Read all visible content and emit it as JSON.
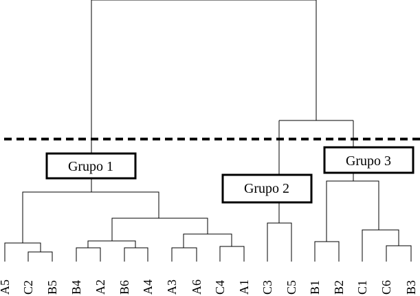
{
  "dendrogram": {
    "leaves": [
      "A5",
      "C2",
      "B5",
      "B4",
      "A2",
      "B6",
      "A4",
      "A3",
      "A6",
      "C4",
      "A1",
      "C3",
      "C5",
      "B1",
      "B2",
      "C1",
      "C6",
      "B3"
    ],
    "groups": [
      {
        "label": "Grupo 1"
      },
      {
        "label": "Grupo 2"
      },
      {
        "label": "Grupo 3"
      }
    ]
  }
}
